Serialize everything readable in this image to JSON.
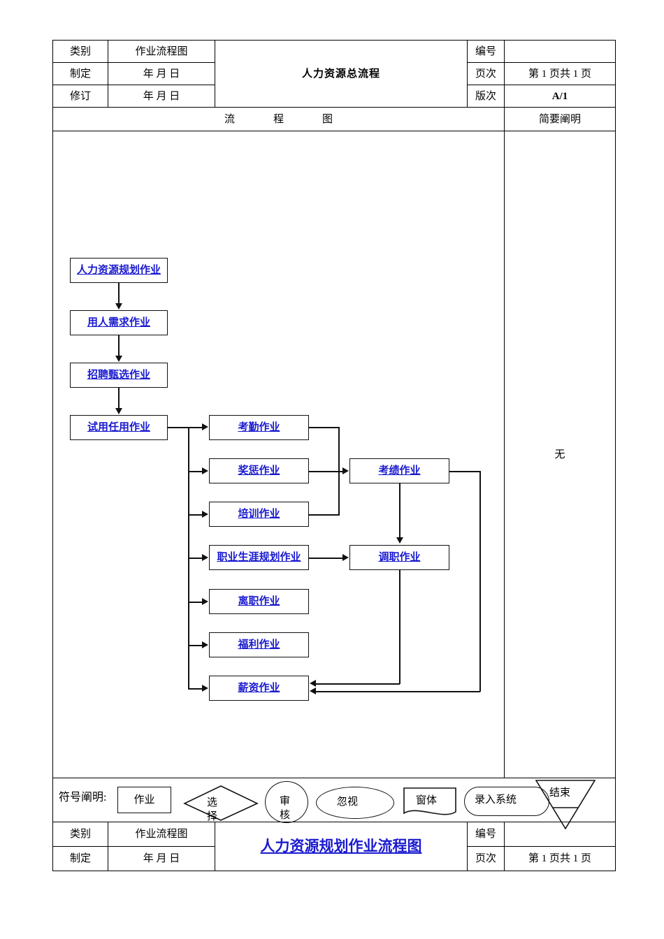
{
  "header": {
    "rows": [
      {
        "label": "类别",
        "value": "作业流程图",
        "key": "编号",
        "val": ""
      },
      {
        "label": "制定",
        "value": "年  月  日",
        "key": "页次",
        "val": "第 1 页共 1 页"
      },
      {
        "label": "修订",
        "value": "年  月  日",
        "key": "版次",
        "val": "A/1"
      }
    ],
    "title": "人力资源总流程"
  },
  "section": {
    "flow_header": "流　程　图",
    "note_header": "简要阐明",
    "note_value": "无"
  },
  "flow": {
    "nodes": [
      {
        "id": "n1",
        "label": "人力资源规划作业"
      },
      {
        "id": "n2",
        "label": "用人需求作业"
      },
      {
        "id": "n3",
        "label": "招聘甄选作业"
      },
      {
        "id": "n4",
        "label": "试用任用作业"
      },
      {
        "id": "m1",
        "label": "考勤作业"
      },
      {
        "id": "m2",
        "label": "奖惩作业"
      },
      {
        "id": "m3",
        "label": "培训作业"
      },
      {
        "id": "m4",
        "label": "职业生涯规划作业"
      },
      {
        "id": "m5",
        "label": "离职作业"
      },
      {
        "id": "m6",
        "label": "福利作业"
      },
      {
        "id": "m7",
        "label": "薪资作业"
      },
      {
        "id": "r1",
        "label": "考绩作业"
      },
      {
        "id": "r2",
        "label": "调职作业"
      }
    ]
  },
  "legend": {
    "title": "符号阐明:",
    "items": [
      {
        "shape": "rectangle",
        "label": "作业"
      },
      {
        "shape": "diamond",
        "label": "选择",
        "label_top": "选",
        "label_bottom": "择"
      },
      {
        "shape": "circle",
        "label": "审核",
        "label_top": "审",
        "label_bottom": "核"
      },
      {
        "shape": "ellipse",
        "label": "忽视"
      },
      {
        "shape": "document",
        "label": "窗体"
      },
      {
        "shape": "stadium",
        "label": "录入系统"
      },
      {
        "shape": "triangle",
        "label": "结束"
      }
    ]
  },
  "footer": {
    "rows": [
      {
        "label": "类别",
        "value": "作业流程图",
        "key": "编号",
        "val": ""
      },
      {
        "label": "制定",
        "value": "年  月  日",
        "key": "页次",
        "val": "第 1 页共 1 页"
      }
    ],
    "title": "人力资源规划作业流程图"
  },
  "colors": {
    "link_blue": "#1a1ad0",
    "line_black": "#111111",
    "border": "#000000"
  }
}
